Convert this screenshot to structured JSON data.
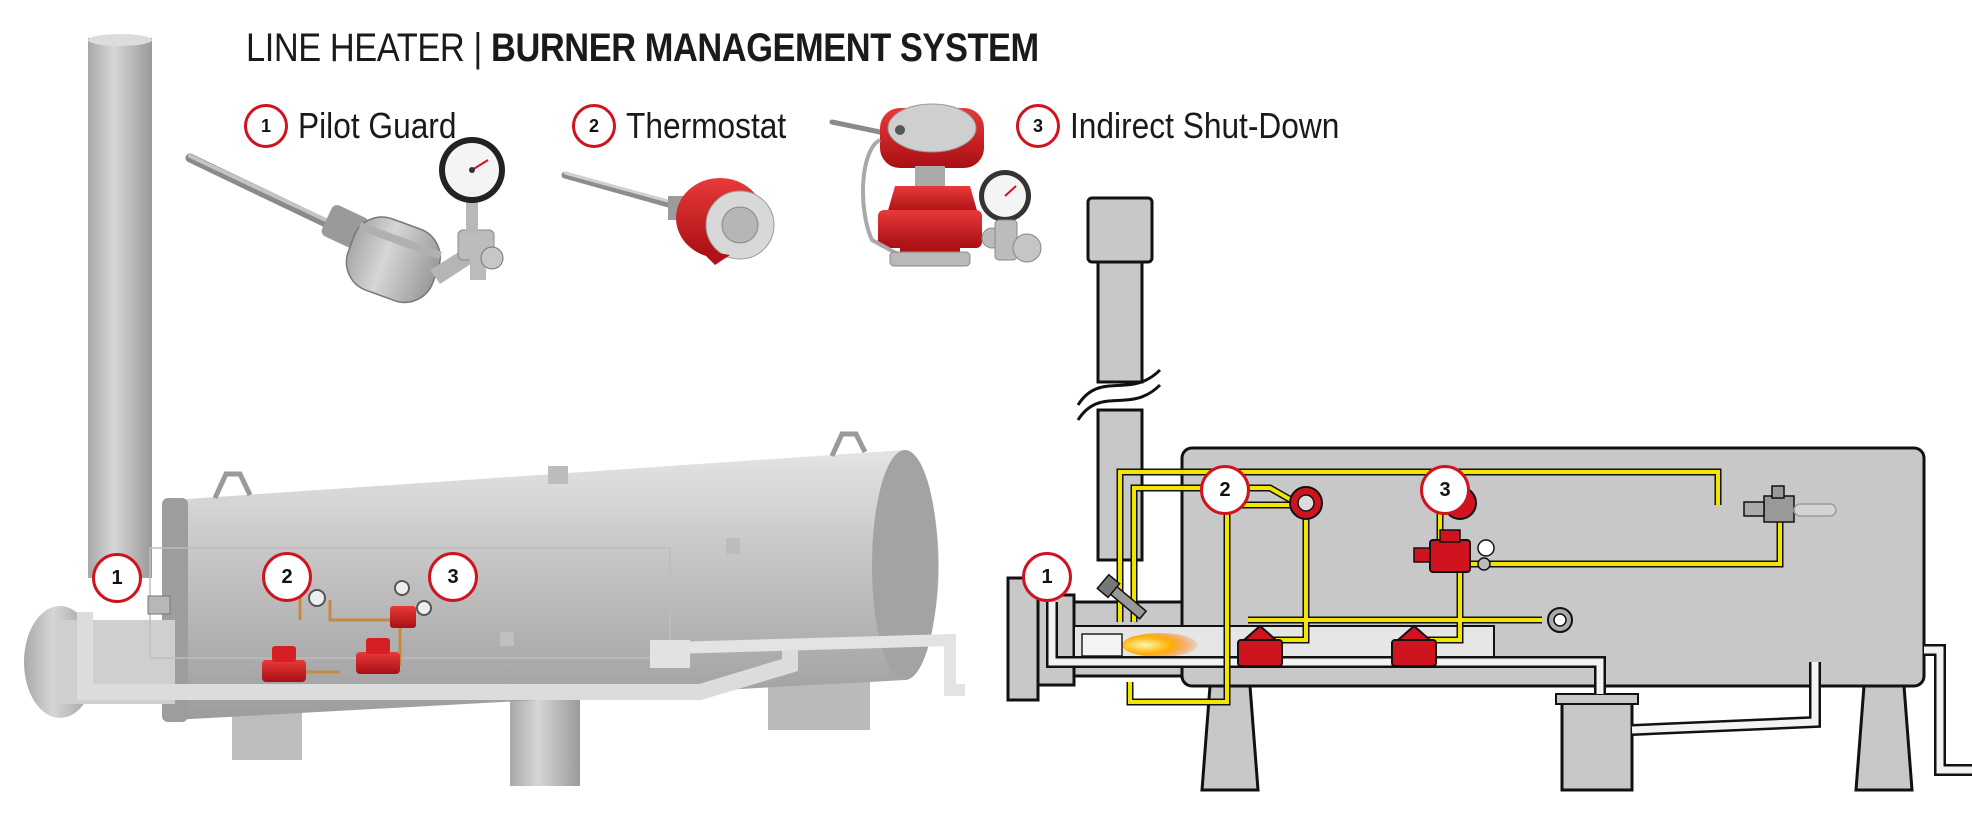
{
  "title": {
    "light": "LINE HEATER | ",
    "bold": "BURNER MANAGEMENT SYSTEM"
  },
  "legend": [
    {
      "num": "1",
      "label": "Pilot Guard"
    },
    {
      "num": "2",
      "label": "Thermostat"
    },
    {
      "num": "3",
      "label": "Indirect Shut-Down"
    }
  ],
  "markers": {
    "m1": "1",
    "m2": "2",
    "m3": "3"
  },
  "colors": {
    "accent_red": "#d0141f",
    "fuel_line": "#f2e600",
    "steel": "#c2c2c2",
    "diagram_fill": "#c8c8c8"
  }
}
